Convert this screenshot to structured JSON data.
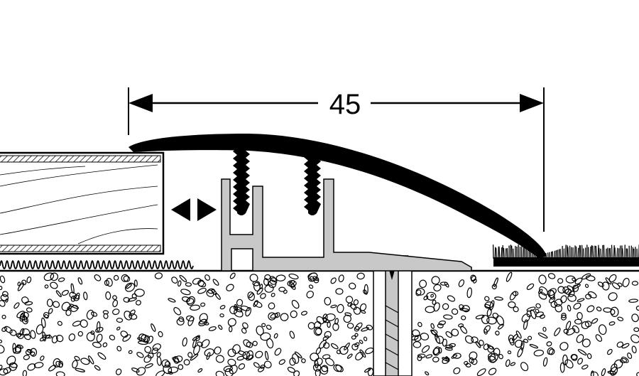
{
  "diagram": {
    "dimension_label": "45",
    "colors": {
      "ink": "#000000",
      "aluminium": "#c8c8c8",
      "background": "#ffffff"
    },
    "parts": [
      "laminate-plank",
      "underlay",
      "adjust-arrows",
      "base-profile",
      "cover-profile",
      "screw",
      "carpet",
      "concrete-subfloor"
    ]
  }
}
